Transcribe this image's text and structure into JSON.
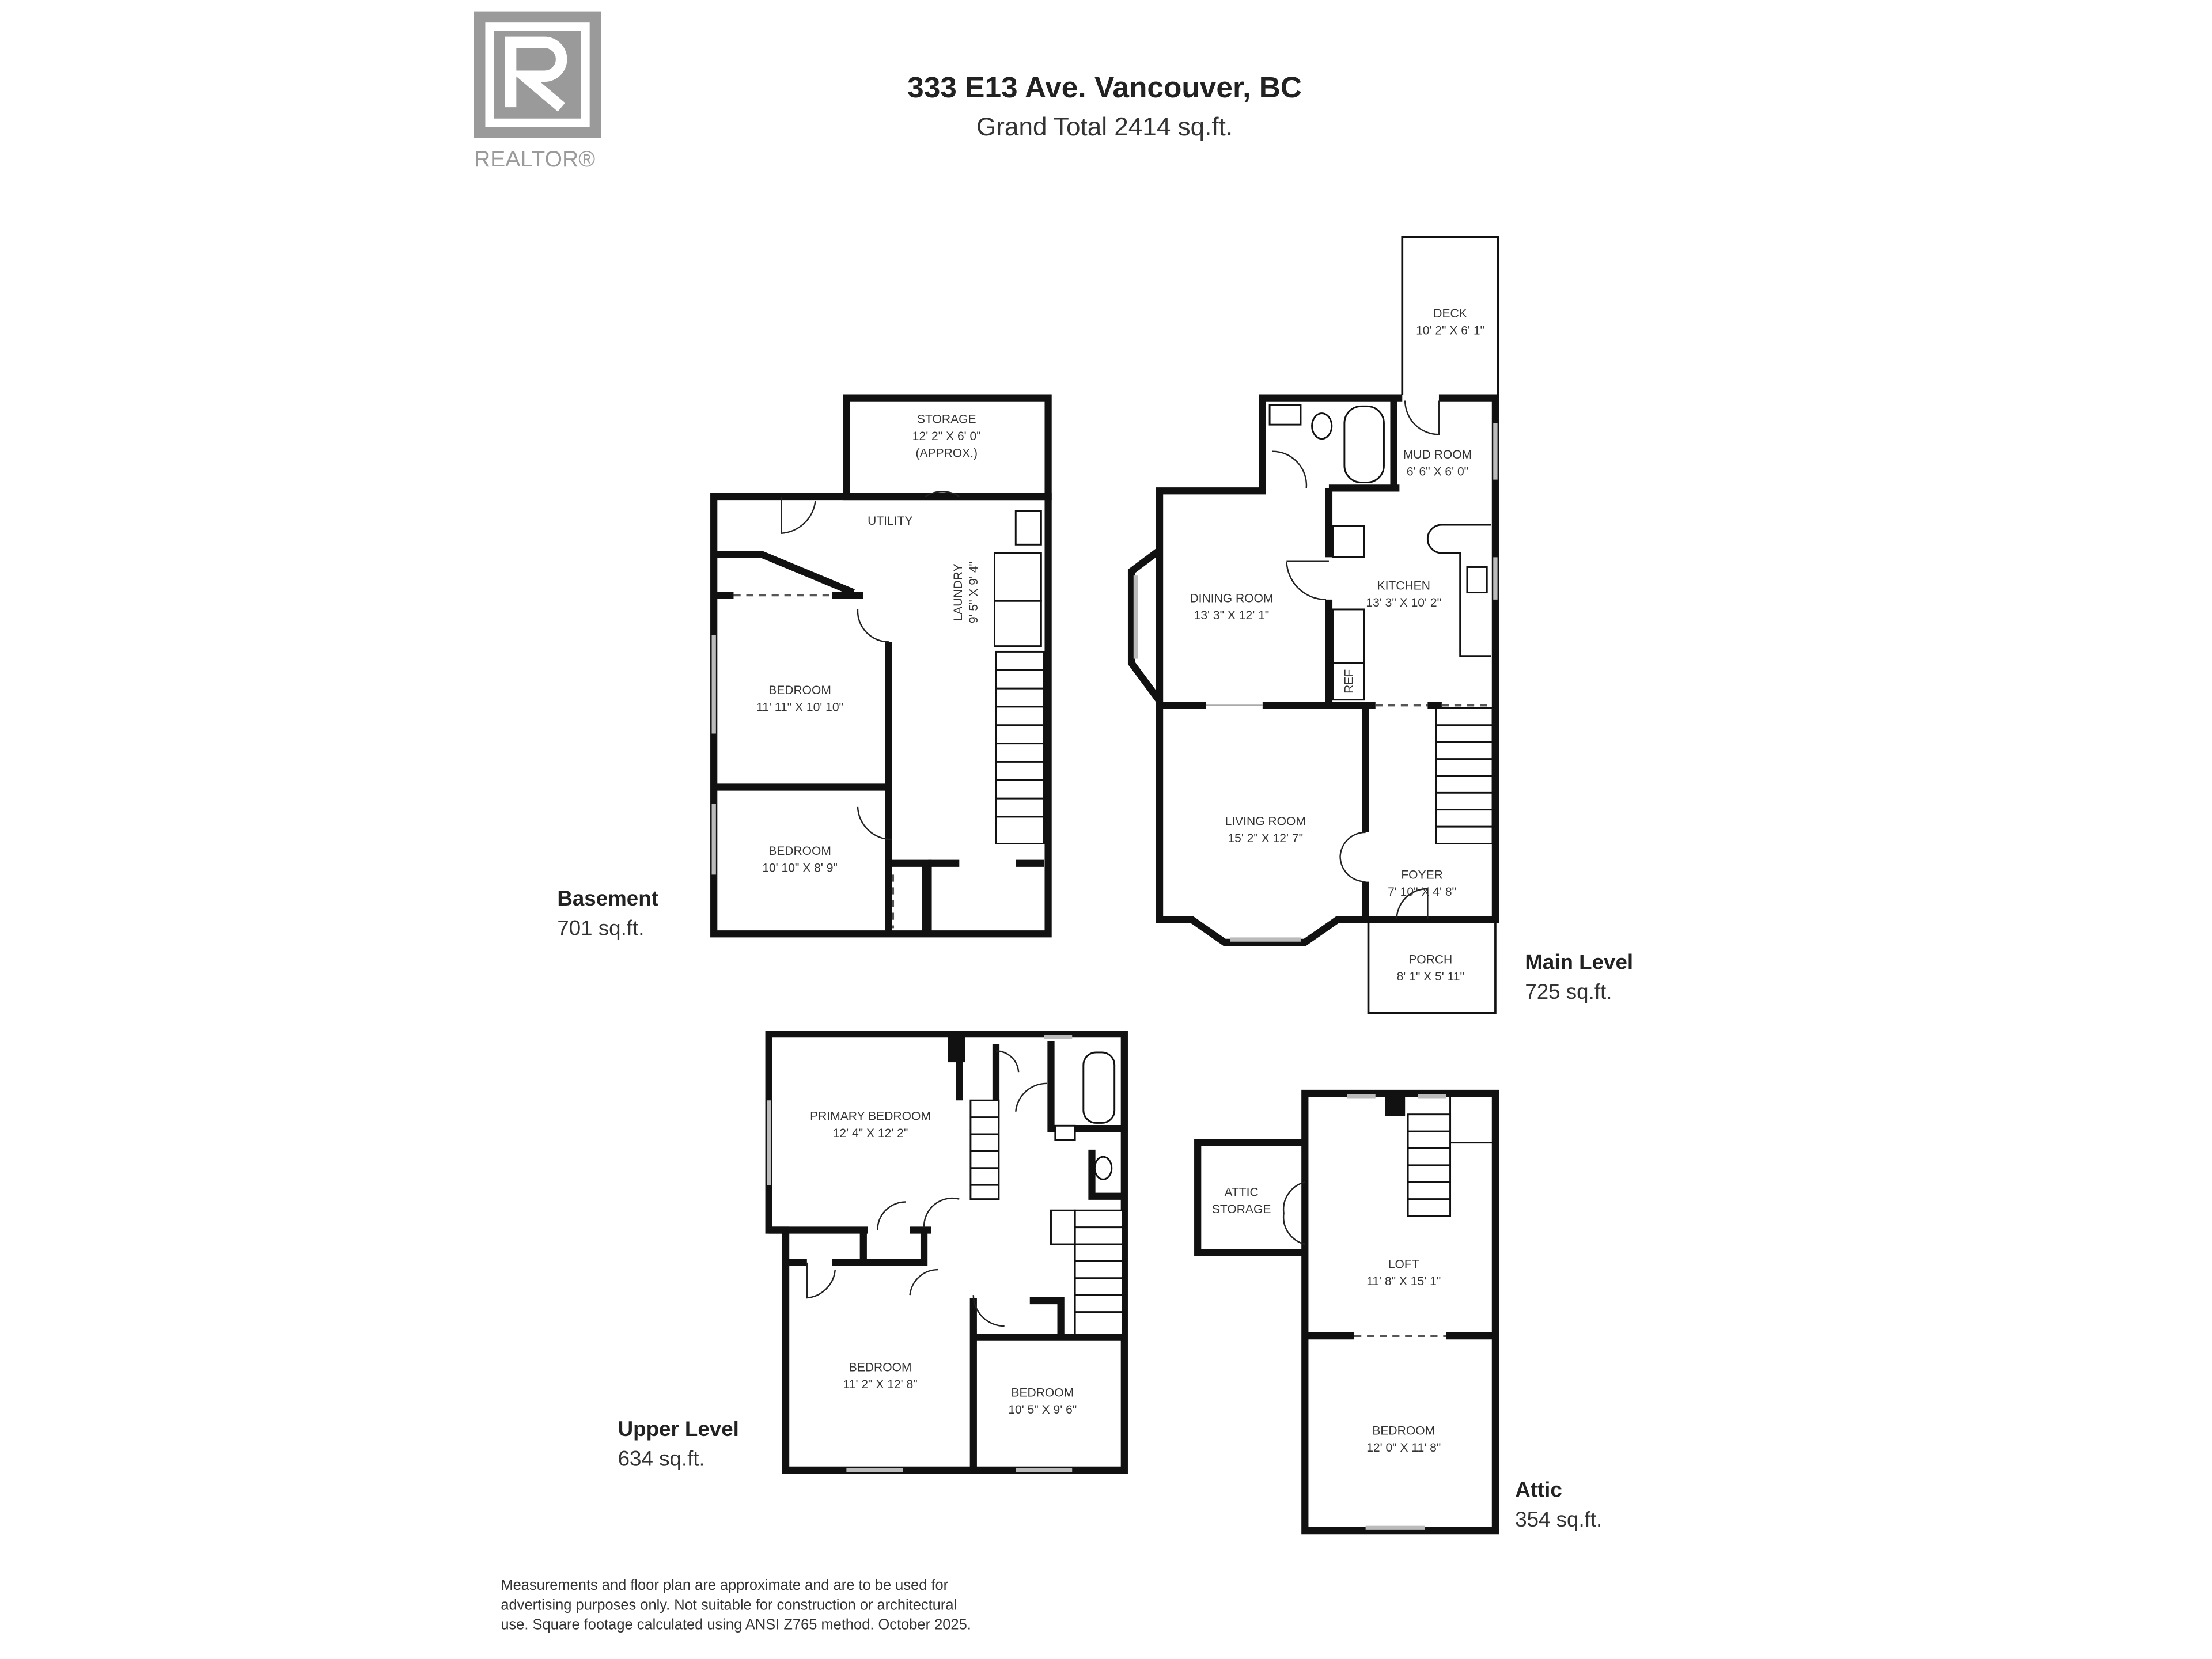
{
  "logo": {
    "text": "REALTOR®",
    "color": "#9a9a9a"
  },
  "header": {
    "title": "333 E13 Ave. Vancouver, BC",
    "subtitle": "Grand Total  2414 sq.ft."
  },
  "levels": {
    "basement": {
      "name": "Basement",
      "area": "701 sq.ft."
    },
    "main": {
      "name": "Main Level",
      "area": "725 sq.ft."
    },
    "upper": {
      "name": "Upper Level",
      "area": "634 sq.ft."
    },
    "attic": {
      "name": "Attic",
      "area": "354 sq.ft."
    }
  },
  "rooms": {
    "basement": {
      "storage": {
        "name": "STORAGE",
        "dims": "12' 2\" X 6' 0\"",
        "note": "(APPROX.)"
      },
      "utility": {
        "name": "UTILITY"
      },
      "laundry": {
        "name": "LAUNDRY",
        "dims": "9' 5\" X 9' 4\""
      },
      "bedroom1": {
        "name": "BEDROOM",
        "dims": "11' 11\" X 10' 10\""
      },
      "bedroom2": {
        "name": "BEDROOM",
        "dims": "10' 10\" X 8' 9\""
      }
    },
    "main": {
      "deck": {
        "name": "DECK",
        "dims": "10' 2\" X 6' 1\""
      },
      "mud_room": {
        "name": "MUD ROOM",
        "dims": "6' 6\" X 6' 0\""
      },
      "dining_room": {
        "name": "DINING ROOM",
        "dims": "13' 3\" X 12' 1\""
      },
      "kitchen": {
        "name": "KITCHEN",
        "dims": "13' 3\" X 10' 2\""
      },
      "ref": {
        "name": "REF"
      },
      "living_room": {
        "name": "LIVING ROOM",
        "dims": "15' 2\" X 12' 7\""
      },
      "foyer": {
        "name": "FOYER",
        "dims": "7' 10\" X 4' 8\""
      },
      "porch": {
        "name": "PORCH",
        "dims": "8' 1\" X 5' 11\""
      }
    },
    "upper": {
      "primary_bedroom": {
        "name": "PRIMARY BEDROOM",
        "dims": "12' 4\" X 12' 2\""
      },
      "bedroom1": {
        "name": "BEDROOM",
        "dims": "11' 2\" X 12' 8\""
      },
      "bedroom2": {
        "name": "BEDROOM",
        "dims": "10' 5\" X 9' 6\""
      }
    },
    "attic": {
      "attic_storage": {
        "name": "ATTIC",
        "name2": "STORAGE"
      },
      "loft": {
        "name": "LOFT",
        "dims": "11' 8\" X 15' 1\""
      },
      "bedroom": {
        "name": "BEDROOM",
        "dims": "12' 0\" X 11' 8\""
      }
    }
  },
  "disclaimer": [
    "Measurements and floor plan are approximate and are to be used for",
    "advertising purposes only. Not suitable for construction or architectural",
    "use. Square footage calculated using ANSI Z765 method. October 2025."
  ]
}
